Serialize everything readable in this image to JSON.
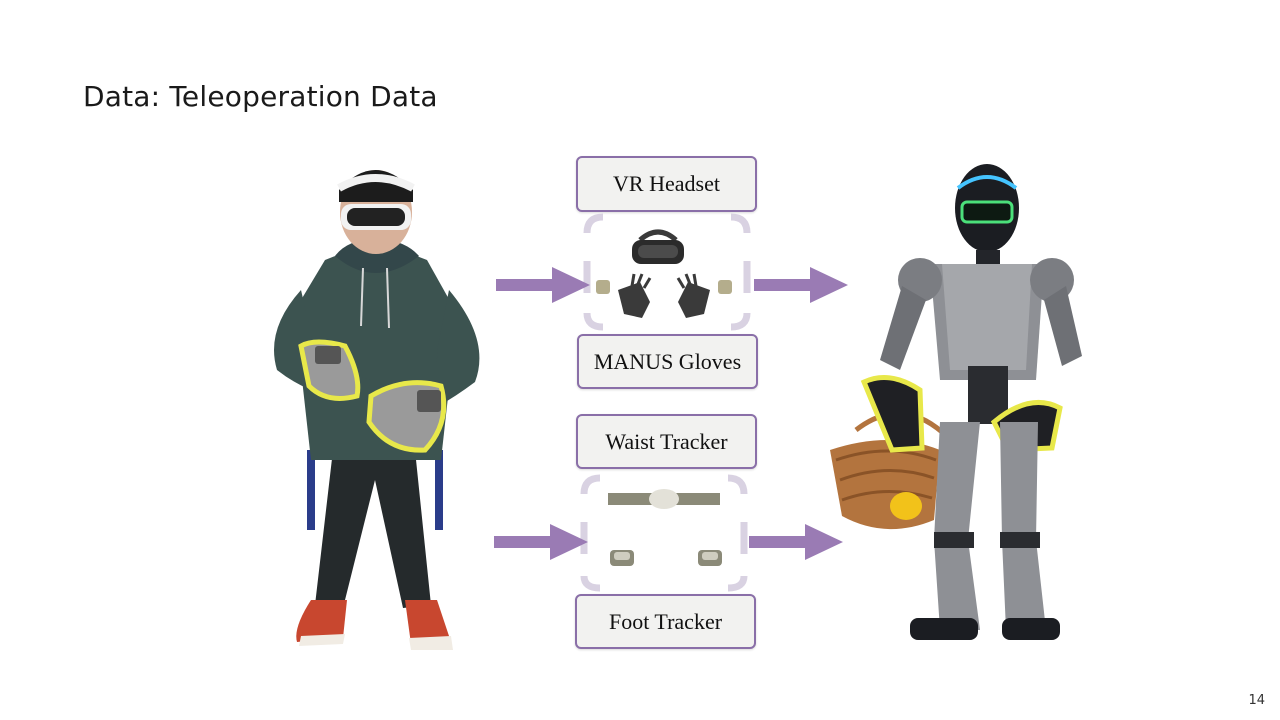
{
  "slide": {
    "title": "Data: Teleoperation Data",
    "page_number": "14"
  },
  "devices": {
    "vr_headset": "VR  Headset",
    "manus_gloves": "MANUS Gloves",
    "waist_tracker": "Waist Tracker",
    "foot_tracker": "Foot Tracker"
  },
  "colors": {
    "arrow": "#9a7bb4",
    "box_border": "#8a6fa8",
    "box_fill": "#f2f2f0",
    "bracket": "#d9d2e2",
    "glove_highlight": "#e8e84a"
  }
}
